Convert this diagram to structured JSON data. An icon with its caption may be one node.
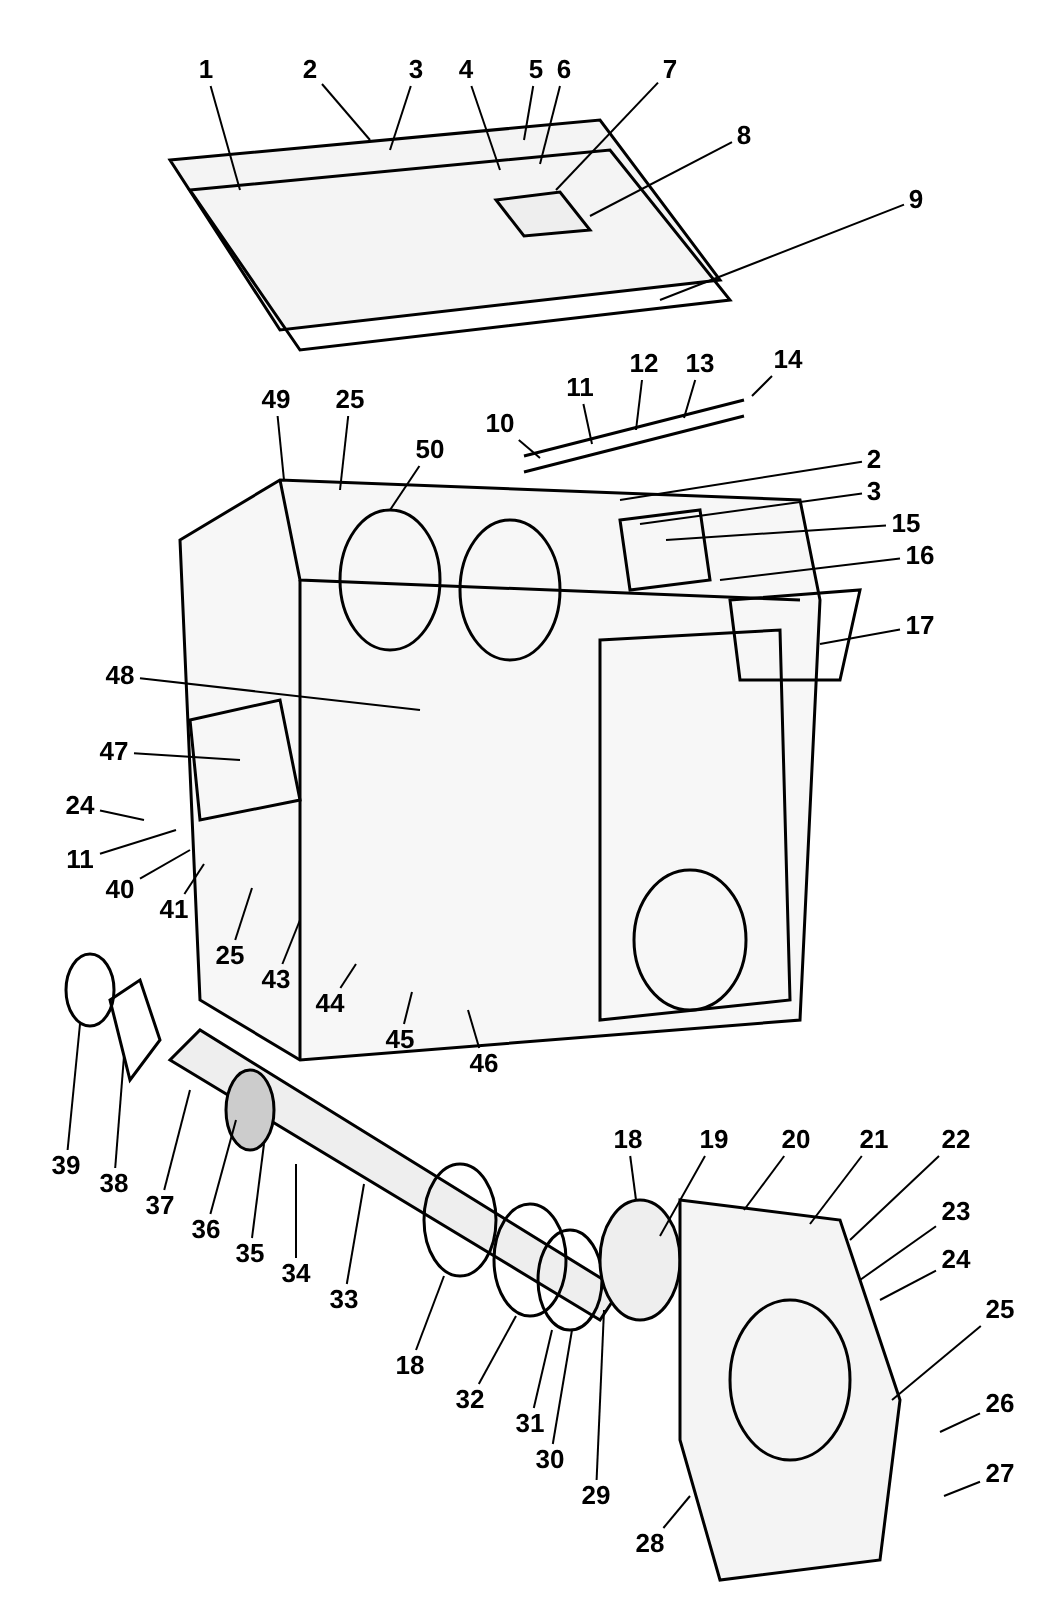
{
  "diagram": {
    "nodes": [
      {
        "text": [
          "1"
        ]
      },
      {
        "text": [
          "2"
        ]
      },
      {
        "text": [
          "3"
        ]
      },
      {
        "text": [
          "4"
        ]
      },
      {
        "text": [
          "5"
        ]
      },
      {
        "text": [
          "6"
        ]
      },
      {
        "text": [
          "7"
        ]
      },
      {
        "text": [
          "8"
        ]
      },
      {
        "text": [
          "9"
        ]
      },
      {
        "text": [
          "14"
        ]
      },
      {
        "text": [
          "13"
        ]
      },
      {
        "text": [
          "12"
        ]
      },
      {
        "text": [
          "11"
        ]
      },
      {
        "text": [
          "10"
        ]
      },
      {
        "text": [
          "2"
        ]
      },
      {
        "text": [
          "3"
        ]
      },
      {
        "text": [
          "15"
        ]
      },
      {
        "text": [
          "16"
        ]
      },
      {
        "text": [
          "17"
        ]
      },
      {
        "text": [
          "49"
        ]
      },
      {
        "text": [
          "25"
        ]
      },
      {
        "text": [
          "50"
        ]
      },
      {
        "text": [
          "48"
        ]
      },
      {
        "text": [
          "47"
        ]
      },
      {
        "text": [
          "24"
        ]
      },
      {
        "text": [
          "11"
        ]
      },
      {
        "text": [
          "40"
        ]
      },
      {
        "text": [
          "41"
        ]
      },
      {
        "text": [
          "25"
        ]
      },
      {
        "text": [
          "43"
        ]
      },
      {
        "text": [
          "44"
        ]
      },
      {
        "text": [
          "45"
        ]
      },
      {
        "text": [
          "46"
        ]
      },
      {
        "text": [
          "39"
        ]
      },
      {
        "text": [
          "38"
        ]
      },
      {
        "text": [
          "37"
        ]
      },
      {
        "text": [
          "36"
        ]
      },
      {
        "text": [
          "35"
        ]
      },
      {
        "text": [
          "34"
        ]
      },
      {
        "text": [
          "33"
        ]
      },
      {
        "text": [
          "18"
        ]
      },
      {
        "text": [
          "32"
        ]
      },
      {
        "text": [
          "31"
        ]
      },
      {
        "text": [
          "30"
        ]
      },
      {
        "text": [
          "29"
        ]
      },
      {
        "text": [
          "28"
        ]
      },
      {
        "text": [
          "18"
        ]
      },
      {
        "text": [
          "19"
        ]
      },
      {
        "text": [
          "20"
        ]
      },
      {
        "text": [
          "21"
        ]
      },
      {
        "text": [
          "22"
        ]
      },
      {
        "text": [
          "23"
        ]
      },
      {
        "text": [
          "24"
        ]
      },
      {
        "text": [
          "25"
        ]
      },
      {
        "text": [
          "26"
        ]
      },
      {
        "text": [
          "27"
        ]
      }
    ],
    "edges": [
      {
        "from": 0,
        "to": null,
        "arrow": "none"
      },
      {
        "from": 1,
        "to": null,
        "arrow": "none"
      },
      {
        "from": 2,
        "to": null,
        "arrow": "none"
      },
      {
        "from": 3,
        "to": null,
        "arrow": "none"
      },
      {
        "from": 4,
        "to": null,
        "arrow": "none"
      },
      {
        "from": 5,
        "to": null,
        "arrow": "none"
      },
      {
        "from": 6,
        "to": null,
        "arrow": "none"
      },
      {
        "from": 7,
        "to": null,
        "arrow": "none"
      },
      {
        "from": 8,
        "to": null,
        "arrow": "none"
      },
      {
        "from": 9,
        "to": null,
        "arrow": "none"
      },
      {
        "from": 10,
        "to": null,
        "arrow": "none"
      },
      {
        "from": 11,
        "to": null,
        "arrow": "none"
      },
      {
        "from": 12,
        "to": null,
        "arrow": "none"
      },
      {
        "from": 13,
        "to": null,
        "arrow": "none"
      },
      {
        "from": 14,
        "to": null,
        "arrow": "none"
      },
      {
        "from": 15,
        "to": null,
        "arrow": "none"
      },
      {
        "from": 16,
        "to": null,
        "arrow": "none"
      },
      {
        "from": 17,
        "to": null,
        "arrow": "none"
      },
      {
        "from": 18,
        "to": null,
        "arrow": "none"
      },
      {
        "from": 19,
        "to": null,
        "arrow": "none"
      },
      {
        "from": 20,
        "to": null,
        "arrow": "none"
      },
      {
        "from": 21,
        "to": null,
        "arrow": "none"
      },
      {
        "from": 22,
        "to": null,
        "arrow": "none"
      },
      {
        "from": 23,
        "to": null,
        "arrow": "none"
      },
      {
        "from": 24,
        "to": null,
        "arrow": "none"
      },
      {
        "from": 25,
        "to": null,
        "arrow": "none"
      },
      {
        "from": 26,
        "to": null,
        "arrow": "none"
      },
      {
        "from": 27,
        "to": null,
        "arrow": "none"
      },
      {
        "from": 28,
        "to": null,
        "arrow": "none"
      },
      {
        "from": 29,
        "to": null,
        "arrow": "none"
      },
      {
        "from": 30,
        "to": null,
        "arrow": "none"
      },
      {
        "from": 31,
        "to": null,
        "arrow": "none"
      },
      {
        "from": 32,
        "to": null,
        "arrow": "none"
      },
      {
        "from": 33,
        "to": null,
        "arrow": "none"
      },
      {
        "from": 34,
        "to": null,
        "arrow": "none"
      },
      {
        "from": 35,
        "to": null,
        "arrow": "none"
      },
      {
        "from": 36,
        "to": null,
        "arrow": "none"
      },
      {
        "from": 37,
        "to": null,
        "arrow": "none"
      },
      {
        "from": 38,
        "to": null,
        "arrow": "none"
      },
      {
        "from": 39,
        "to": null,
        "arrow": "none"
      },
      {
        "from": 40,
        "to": null,
        "arrow": "none"
      },
      {
        "from": 41,
        "to": null,
        "arrow": "none"
      },
      {
        "from": 42,
        "to": null,
        "arrow": "none"
      },
      {
        "from": 43,
        "to": null,
        "arrow": "none"
      },
      {
        "from": 44,
        "to": null,
        "arrow": "none"
      },
      {
        "from": 45,
        "to": null,
        "arrow": "none"
      },
      {
        "from": 46,
        "to": null,
        "arrow": "none"
      },
      {
        "from": 47,
        "to": null,
        "arrow": "none"
      },
      {
        "from": 48,
        "to": null,
        "arrow": "none"
      },
      {
        "from": 49,
        "to": null,
        "arrow": "none"
      },
      {
        "from": 50,
        "to": null,
        "arrow": "none"
      },
      {
        "from": 51,
        "to": null,
        "arrow": "none"
      },
      {
        "from": 52,
        "to": null,
        "arrow": "none"
      },
      {
        "from": 53,
        "to": null,
        "arrow": "none"
      },
      {
        "from": 54,
        "to": null,
        "arrow": "none"
      },
      {
        "from": 55,
        "to": null,
        "arrow": "none"
      }
    ]
  }
}
